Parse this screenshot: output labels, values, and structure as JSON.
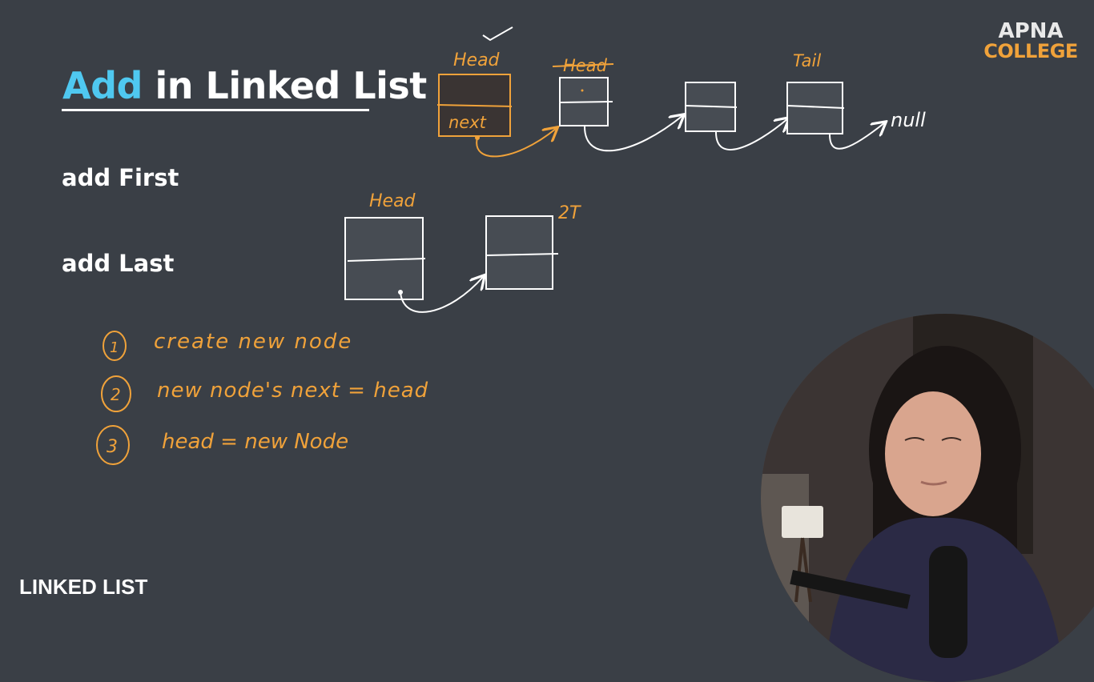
{
  "header": {
    "title_accent": "Add",
    "title_rest": " in Linked List"
  },
  "brand": {
    "line1": "APNA",
    "line2": "COLLEGE"
  },
  "topics": {
    "add_first": "add First",
    "add_last": "add Last"
  },
  "diagram_top": {
    "new_head_label": "Head",
    "new_node_next": "next",
    "old_head_label": "Head",
    "tail_label": "Tail",
    "end_label": "null"
  },
  "diagram_bottom": {
    "head_label": "Head",
    "tail_label": "2T"
  },
  "steps": [
    {
      "number": "1",
      "text": "create new node"
    },
    {
      "number": "2",
      "text": "new node's next = head"
    },
    {
      "number": "3",
      "text": "head = new Node"
    }
  ],
  "footer": {
    "section": "LINKED LIST"
  },
  "colors": {
    "background": "#3a3f46",
    "accent_blue": "#4fc8f0",
    "ink_orange": "#f0a23a",
    "ink_white": "#ffffff"
  }
}
